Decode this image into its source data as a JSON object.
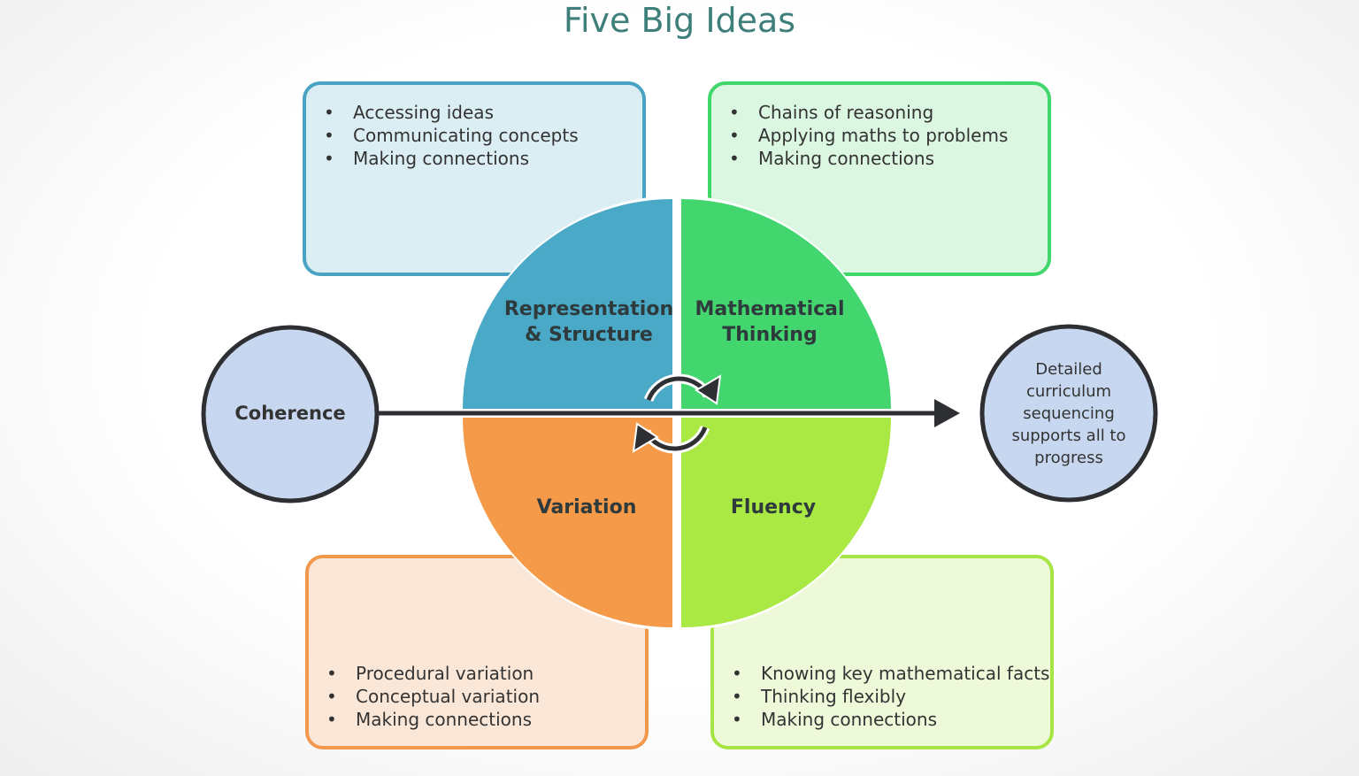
{
  "title": "Five Big Ideas",
  "colors": {
    "representation": "#4aa9c6",
    "mathematical_thinking": "#43d66f",
    "variation": "#f59a48",
    "fluency": "#aae843",
    "side_circles": "#c7d7ef",
    "outline": "#2d2f33"
  },
  "quadrants": {
    "representation": {
      "line1": "Representation",
      "line2": "& Structure"
    },
    "mathematical_thinking": {
      "line1": "Mathematical",
      "line2": "Thinking"
    },
    "variation": {
      "label": "Variation"
    },
    "fluency": {
      "label": "Fluency"
    }
  },
  "boxes": {
    "top_left": [
      "Accessing ideas",
      "Communicating concepts",
      "Making connections"
    ],
    "top_right": [
      "Chains of reasoning",
      "Applying maths to problems",
      "Making connections"
    ],
    "bottom_left": [
      "Procedural variation",
      "Conceptual variation",
      "Making connections"
    ],
    "bottom_right": [
      "Knowing key mathematical facts",
      "Thinking flexibly",
      "Making connections"
    ]
  },
  "left_circle": {
    "label": "Coherence"
  },
  "right_circle": {
    "line1": "Detailed",
    "line2": "curriculum",
    "line3": "sequencing",
    "line4": "supports all to",
    "line5": "progress"
  },
  "icons": {
    "center": "cycle-arrows-icon",
    "arrow": "arrow-right-icon"
  }
}
